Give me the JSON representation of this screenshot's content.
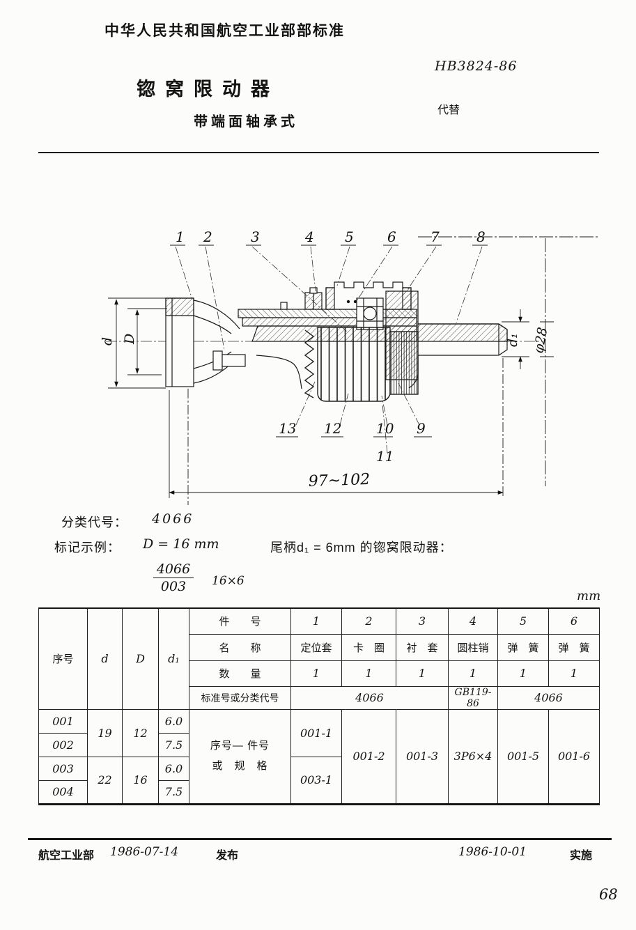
{
  "header": {
    "ministry": "中华人民共和国航空工业部部标准",
    "standard_no": "HB3824-86",
    "replaces": "代替",
    "title": "锪窝限动器",
    "subtitle": "带端面轴承式"
  },
  "drawing": {
    "callouts_top": [
      "1",
      "2",
      "3",
      "4",
      "5",
      "6",
      "7",
      "8"
    ],
    "callouts_bottom": [
      "13",
      "12",
      "10",
      "9",
      "11"
    ],
    "dims": {
      "d": "d",
      "D": "D",
      "d1": "d₁",
      "phi28": "φ28",
      "length": "97~102"
    }
  },
  "notes": {
    "class_label": "分类代号：",
    "class_value": "4066",
    "mark_label": "标记示例：",
    "mark_d": "D = 16 mm",
    "mark_rest": "尾柄d₁ = 6mm 的锪窝限动器：",
    "frac_top": "4066",
    "frac_bottom": "003",
    "spec": "16×6",
    "unit": "mm"
  },
  "table": {
    "col_seq": "序号",
    "col_d": "d",
    "col_D": "D",
    "col_d1": "d₁",
    "row_part_no": {
      "label": "件　　号",
      "v": [
        "1",
        "2",
        "3",
        "4",
        "5",
        "6"
      ]
    },
    "row_name": {
      "label": "名　　称",
      "v": [
        "定位套",
        "卡　圈",
        "衬　套",
        "圆柱销",
        "弹　簧",
        "弹　簧"
      ]
    },
    "row_qty": {
      "label": "数　　量",
      "v": [
        "1",
        "1",
        "1",
        "1",
        "1",
        "1"
      ]
    },
    "row_std": {
      "label": "标准号或分类代号",
      "v": [
        "4066",
        "GB119-86",
        "4066"
      ]
    },
    "note_line1": "序号— 件号",
    "note_line2": "或　规　格",
    "seq": [
      "001",
      "002",
      "003",
      "004"
    ],
    "d": [
      "19",
      "22"
    ],
    "D": [
      "12",
      "16"
    ],
    "d1": [
      "6.0",
      "7.5",
      "6.0",
      "7.5"
    ],
    "c1": [
      "001-1",
      "003-1"
    ],
    "c2": "001-2",
    "c3": "001-3",
    "c4": "3P6×4",
    "c5": "001-5",
    "c6": "001-6"
  },
  "footer": {
    "issuer": "航空工业部",
    "issue_date": "1986-07-14",
    "publish": "发布",
    "impl_date": "1986-10-01",
    "implement": "实施",
    "page": "68"
  }
}
